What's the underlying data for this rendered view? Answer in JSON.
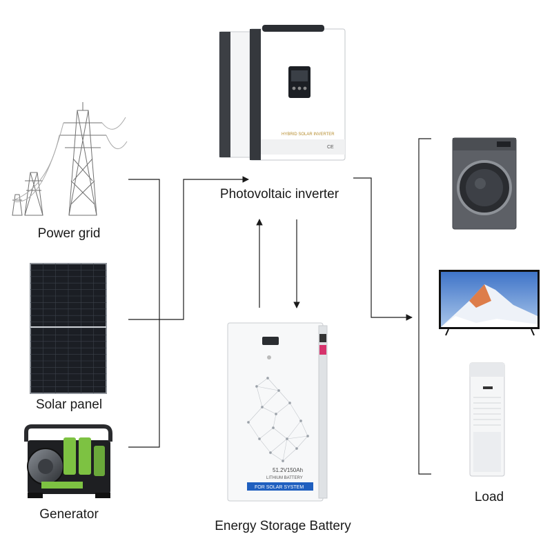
{
  "sources": {
    "power_grid": {
      "label": "Power grid"
    },
    "solar_panel": {
      "label": "Solar panel"
    },
    "generator": {
      "label": "Generator"
    }
  },
  "inverter": {
    "label": "Photovoltaic inverter",
    "device_text": "HYBRID SOLAR INVERTER",
    "marks": "CE"
  },
  "battery": {
    "label": "Energy Storage Battery",
    "spec": "51.2V150Ah",
    "type_text": "LITHIUM BATTERY",
    "band_text": "FOR SOLAR SYSTEM"
  },
  "load": {
    "label": "Load",
    "items": [
      "washing-machine",
      "television",
      "air-conditioner"
    ]
  },
  "colors": {
    "line": "#1a1a1a",
    "battery_band": "#1f5fbf",
    "generator_accent": "#7dc242",
    "sky": "#5b8fd6"
  }
}
